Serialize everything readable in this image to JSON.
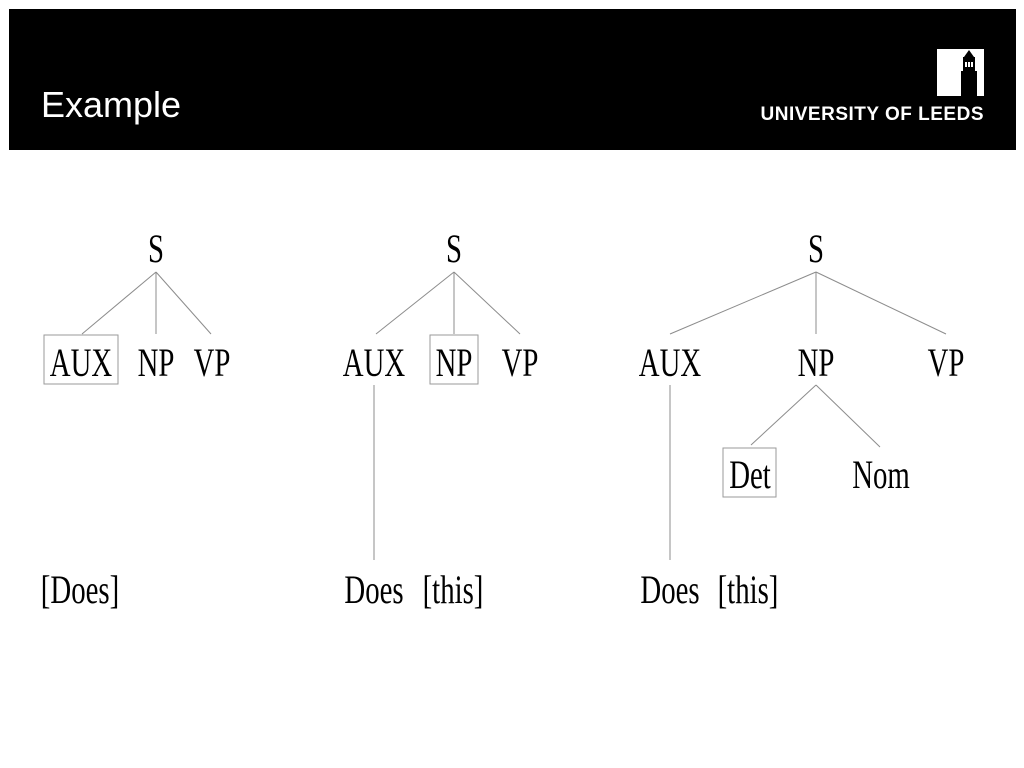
{
  "header": {
    "title": "Example",
    "institution": "UNIVERSITY OF LEEDS",
    "logo_icon": "university-tower-icon"
  },
  "trees": [
    {
      "root": "S",
      "children": [
        "AUX",
        "NP",
        "VP"
      ],
      "highlighted": "AUX",
      "leaves": [
        "[Does]"
      ]
    },
    {
      "root": "S",
      "children": [
        "AUX",
        "NP",
        "VP"
      ],
      "highlighted": "NP",
      "leaves": [
        "Does",
        "[this]"
      ]
    },
    {
      "root": "S",
      "children": [
        "AUX",
        "NP",
        "VP"
      ],
      "np_children": [
        "Det",
        "Nom"
      ],
      "highlighted": "Det",
      "leaves": [
        "Does",
        "[this]"
      ]
    }
  ],
  "colors": {
    "header_bg": "#000000",
    "header_text": "#ffffff",
    "line": "#8c8c8c",
    "box": "#9a9a9a"
  }
}
